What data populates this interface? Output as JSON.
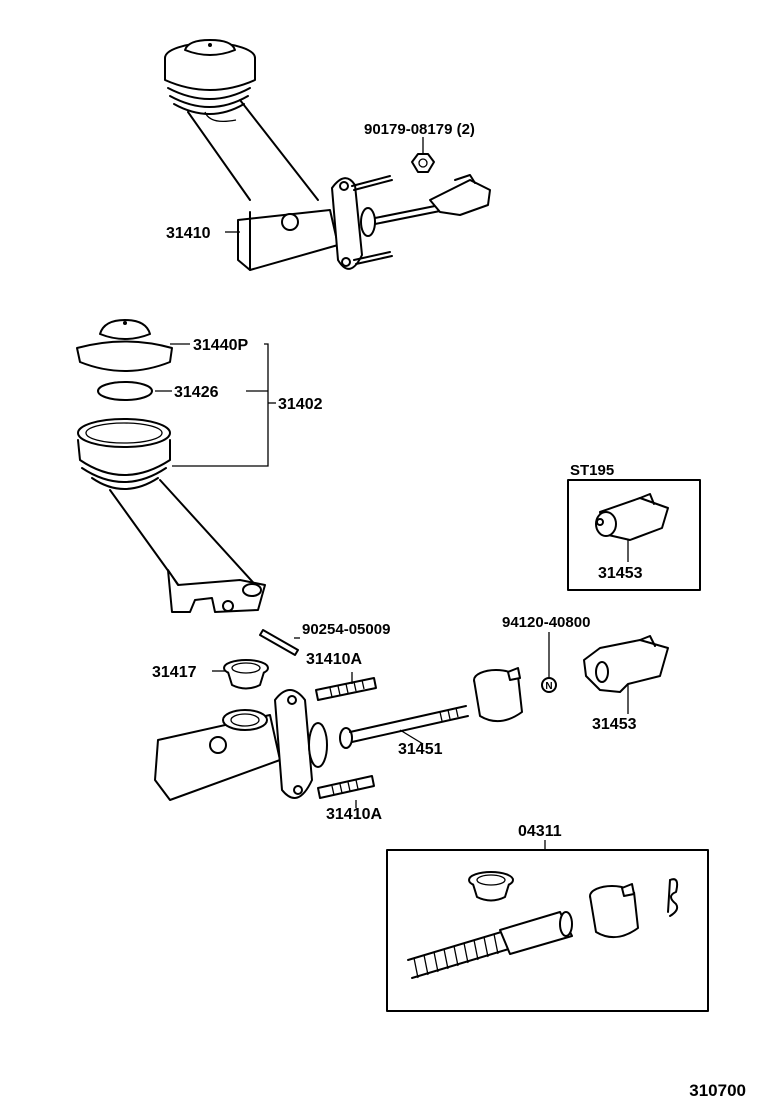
{
  "diagram": {
    "figure_number": "310700",
    "labels": {
      "bolt_90179": "90179-08179 (2)",
      "master_cylinder_31410": "31410",
      "reservoir_cap_31440p": "31440P",
      "seal_31426": "31426",
      "reservoir_31402": "31402",
      "pin_90254": "90254-05009",
      "grommet_31417": "31417",
      "stud_top_31410a": "31410A",
      "push_rod_31451": "31451",
      "stud_bottom_31410a": "31410A",
      "nut_94120": "94120-40800",
      "clevis_31453": "31453",
      "st195_caption": "ST195",
      "st195_clevis_31453": "31453",
      "kit_04311": "04311"
    },
    "markers": {
      "nut_symbol": "N"
    }
  }
}
